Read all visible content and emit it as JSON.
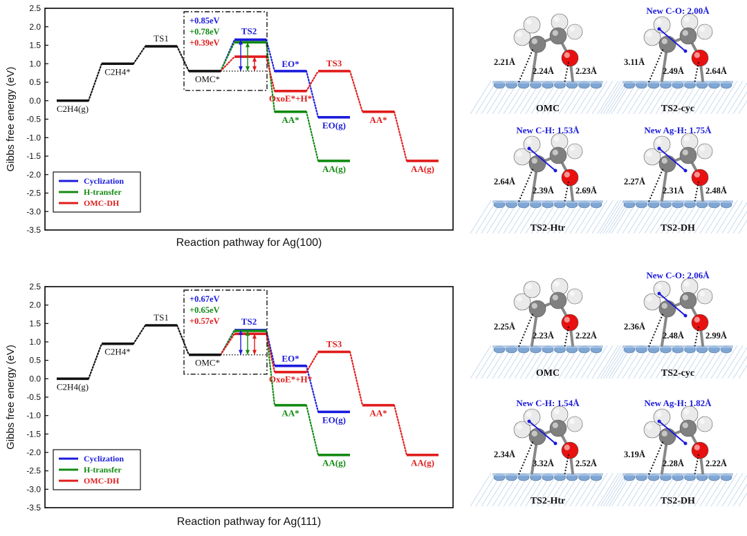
{
  "colors": {
    "black": "#111111",
    "blue": "#1a1adb",
    "green": "#118a11",
    "red": "#e01b1b",
    "frame": "#000000",
    "silver": "#7fa6d4",
    "carbon": "#808080",
    "hydrogen": "#eaeaea",
    "oxygen": "#e81010"
  },
  "chart_data": [
    {
      "type": "line",
      "variant": "energy-level-diagram",
      "xlabel": "Reaction pathway for Ag(100)",
      "ylabel": "Gibbs free energy (eV)",
      "ylim": [
        -3.5,
        2.5
      ],
      "yticks": [
        "2.5",
        "2.0",
        "1.5",
        "1.0",
        "0.5",
        "0.0",
        "-0.5",
        "-1.0",
        "-1.5",
        "-2.0",
        "-2.5",
        "-3.0",
        "-3.5"
      ],
      "legend": {
        "position": "bottom-left",
        "entries": [
          {
            "label": "Cyclization",
            "color": "#1a1adb"
          },
          {
            "label": "H-transfer",
            "color": "#118a11"
          },
          {
            "label": "OMC-DH",
            "color": "#e01b1b"
          }
        ]
      },
      "levels": [
        {
          "id": "C2H4g",
          "label": "C2H4(g)",
          "label_sub": "2",
          "label_sub2": "4",
          "x": 0.0,
          "energy": 0.0,
          "color": "black"
        },
        {
          "id": "C2H4ads",
          "label": "C2H4*",
          "x": 1.0,
          "energy": 1.0,
          "color": "black"
        },
        {
          "id": "TS1",
          "label": "TS1",
          "x": 2.0,
          "energy": 1.47,
          "color": "black"
        },
        {
          "id": "OMC",
          "label": "OMC*",
          "x": 3.0,
          "energy": 0.8,
          "color": "black"
        },
        {
          "id": "TS2b",
          "label": "TS2",
          "x": 4.0,
          "energy": 1.65,
          "color": "blue"
        },
        {
          "id": "TS2g",
          "label": "",
          "x": 4.0,
          "energy": 1.58,
          "color": "green"
        },
        {
          "id": "TS2r",
          "label": "",
          "x": 4.0,
          "energy": 1.19,
          "color": "red"
        },
        {
          "id": "EOads",
          "label": "EO*",
          "x": 5.0,
          "energy": 0.8,
          "color": "blue"
        },
        {
          "id": "OxoE",
          "label": "OxoE*+H*",
          "x": 5.0,
          "energy": 0.26,
          "color": "red"
        },
        {
          "id": "AAadsG",
          "label": "AA*",
          "x": 5.0,
          "energy": -0.3,
          "color": "green"
        },
        {
          "id": "TS3",
          "label": "TS3",
          "x": 6.0,
          "energy": 0.8,
          "color": "red"
        },
        {
          "id": "EOg",
          "label": "EO(g)",
          "x": 6.0,
          "energy": -0.45,
          "color": "blue"
        },
        {
          "id": "AAgG",
          "label": "AA(g)",
          "x": 6.0,
          "energy": -1.63,
          "color": "green"
        },
        {
          "id": "AAadsR",
          "label": "AA*",
          "x": 7.0,
          "energy": -0.3,
          "color": "red"
        },
        {
          "id": "AAgR",
          "label": "AA(g)",
          "x": 8.0,
          "energy": -1.63,
          "color": "red"
        }
      ],
      "barriers": [
        {
          "label": "+0.85eV",
          "color": "blue",
          "from": 0.8,
          "to": 1.65
        },
        {
          "label": "+0.78eV",
          "color": "green",
          "from": 0.8,
          "to": 1.58
        },
        {
          "label": "+0.39eV",
          "color": "red",
          "from": 0.8,
          "to": 1.19
        }
      ]
    },
    {
      "type": "line",
      "variant": "energy-level-diagram",
      "xlabel": "Reaction pathway for Ag(111)",
      "ylabel": "Gibbs free energy (eV)",
      "ylim": [
        -3.5,
        2.5
      ],
      "yticks": [
        "2.5",
        "2.0",
        "1.5",
        "1.0",
        "0.5",
        "0.0",
        "-0.5",
        "-1.0",
        "-1.5",
        "-2.0",
        "-2.5",
        "-3.0",
        "-3.5"
      ],
      "legend": {
        "position": "bottom-left",
        "entries": [
          {
            "label": "Cyclization",
            "color": "#1a1adb"
          },
          {
            "label": "H-transfer",
            "color": "#118a11"
          },
          {
            "label": "OMC-DH",
            "color": "#e01b1b"
          }
        ]
      },
      "levels": [
        {
          "id": "C2H4g",
          "label": "C2H4(g)",
          "x": 0.0,
          "energy": 0.0,
          "color": "black"
        },
        {
          "id": "C2H4ads",
          "label": "C2H4*",
          "x": 1.0,
          "energy": 0.95,
          "color": "black"
        },
        {
          "id": "TS1",
          "label": "TS1",
          "x": 2.0,
          "energy": 1.45,
          "color": "black"
        },
        {
          "id": "OMC",
          "label": "OMC*",
          "x": 3.0,
          "energy": 0.65,
          "color": "black"
        },
        {
          "id": "TS2b",
          "label": "TS2",
          "x": 4.0,
          "energy": 1.32,
          "color": "blue"
        },
        {
          "id": "TS2g",
          "label": "",
          "x": 4.0,
          "energy": 1.3,
          "color": "green"
        },
        {
          "id": "TS2r",
          "label": "",
          "x": 4.0,
          "energy": 1.22,
          "color": "red"
        },
        {
          "id": "EOads",
          "label": "EO*",
          "x": 5.0,
          "energy": 0.35,
          "color": "blue"
        },
        {
          "id": "OxoE",
          "label": "OxoE*+H*",
          "x": 5.0,
          "energy": 0.18,
          "color": "red"
        },
        {
          "id": "AAadsG",
          "label": "AA*",
          "x": 5.0,
          "energy": -0.72,
          "color": "green"
        },
        {
          "id": "TS3",
          "label": "TS3",
          "x": 6.0,
          "energy": 0.73,
          "color": "red"
        },
        {
          "id": "EOg",
          "label": "EO(g)",
          "x": 6.0,
          "energy": -0.9,
          "color": "blue"
        },
        {
          "id": "AAgG",
          "label": "AA(g)",
          "x": 6.0,
          "energy": -2.07,
          "color": "green"
        },
        {
          "id": "AAadsR",
          "label": "AA*",
          "x": 7.0,
          "energy": -0.72,
          "color": "red"
        },
        {
          "id": "AAgR",
          "label": "AA(g)",
          "x": 8.0,
          "energy": -2.07,
          "color": "red"
        }
      ],
      "barriers": [
        {
          "label": "+0.67eV",
          "color": "blue",
          "from": 0.65,
          "to": 1.32
        },
        {
          "label": "+0.65eV",
          "color": "green",
          "from": 0.65,
          "to": 1.3
        },
        {
          "label": "+0.57eV",
          "color": "red",
          "from": 0.65,
          "to": 1.22
        }
      ]
    }
  ],
  "structures": {
    "ag100": [
      {
        "caption": "OMC",
        "title": "",
        "distances": [
          "2.21Å",
          "2.24Å",
          "2.23Å"
        ]
      },
      {
        "caption": "TS2-cyc",
        "title": "New C-O: 2.00Å",
        "distances": [
          "3.11Å",
          "2.49Å",
          "2.64Å"
        ]
      },
      {
        "caption": "TS2-Htr",
        "title": "New C-H: 1.53Å",
        "distances": [
          "2.64Å",
          "2.39Å",
          "2.69Å"
        ]
      },
      {
        "caption": "TS2-DH",
        "title": "New Ag-H: 1.75Å",
        "distances": [
          "2.27Å",
          "2.31Å",
          "2.48Å"
        ]
      }
    ],
    "ag111": [
      {
        "caption": "OMC",
        "title": "",
        "distances": [
          "2.25Å",
          "2.23Å",
          "2.22Å"
        ]
      },
      {
        "caption": "TS2-cyc",
        "title": "New C-O: 2.06Å",
        "distances": [
          "2.36Å",
          "2.48Å",
          "2.99Å"
        ]
      },
      {
        "caption": "TS2-Htr",
        "title": "New C-H: 1.54Å",
        "distances": [
          "2.34Å",
          "3.32Å",
          "2.52Å"
        ]
      },
      {
        "caption": "TS2-DH",
        "title": "New Ag-H: 1.82Å",
        "distances": [
          "3.19Å",
          "2.28Å",
          "2.22Å"
        ]
      }
    ]
  }
}
